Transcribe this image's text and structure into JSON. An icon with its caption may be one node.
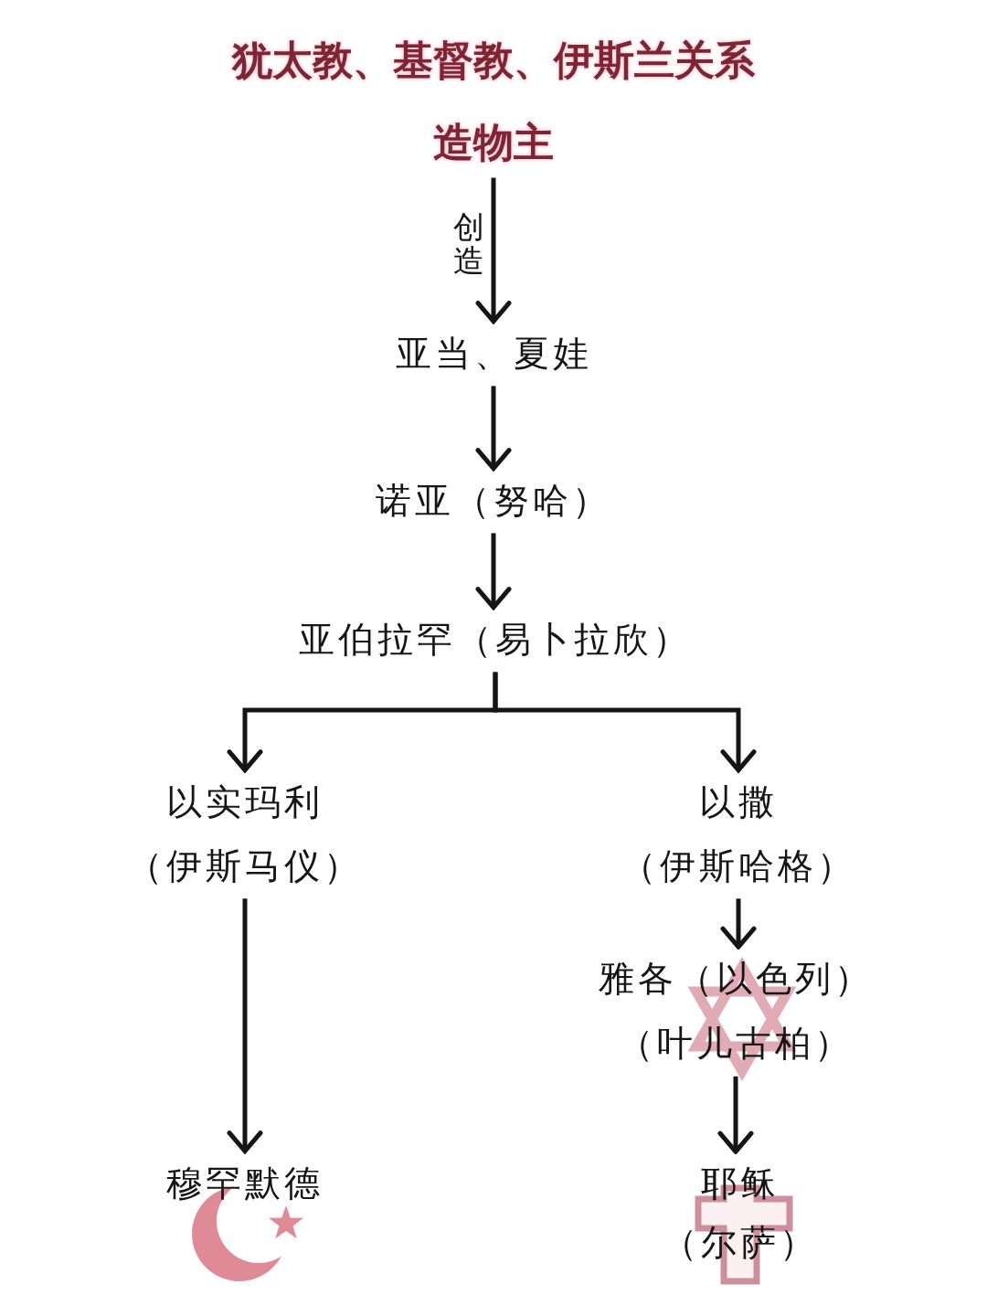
{
  "diagram": {
    "title": "犹太教、基督教、伊斯兰关系",
    "nodes": [
      {
        "text": [
          "造物主"
        ]
      },
      {
        "text": [
          "亚当、夏娃"
        ]
      },
      {
        "text": [
          "诺亚（努哈）"
        ]
      },
      {
        "text": [
          "亚伯拉罕（易卜拉欣）"
        ]
      },
      {
        "text": [
          "以实玛利",
          "（伊斯马仪）"
        ]
      },
      {
        "text": [
          "以撒",
          "（伊斯哈格）"
        ]
      },
      {
        "text": [
          "穆罕默德"
        ]
      },
      {
        "text": [
          "雅各（以色列）",
          "（叶儿古柏）"
        ]
      },
      {
        "text": [
          "耶稣",
          "（尔萨）"
        ]
      }
    ],
    "edges": [
      {
        "from": 0,
        "to": 1,
        "arrow": "to",
        "label": "创造"
      },
      {
        "from": 1,
        "to": 2,
        "arrow": "to"
      },
      {
        "from": 2,
        "to": 3,
        "arrow": "to"
      },
      {
        "from": 3,
        "to": 4,
        "arrow": "to"
      },
      {
        "from": 3,
        "to": 5,
        "arrow": "to"
      },
      {
        "from": 4,
        "to": 6,
        "arrow": "to"
      },
      {
        "from": 5,
        "to": 7,
        "arrow": "to"
      },
      {
        "from": 7,
        "to": 8,
        "arrow": "to"
      }
    ]
  }
}
